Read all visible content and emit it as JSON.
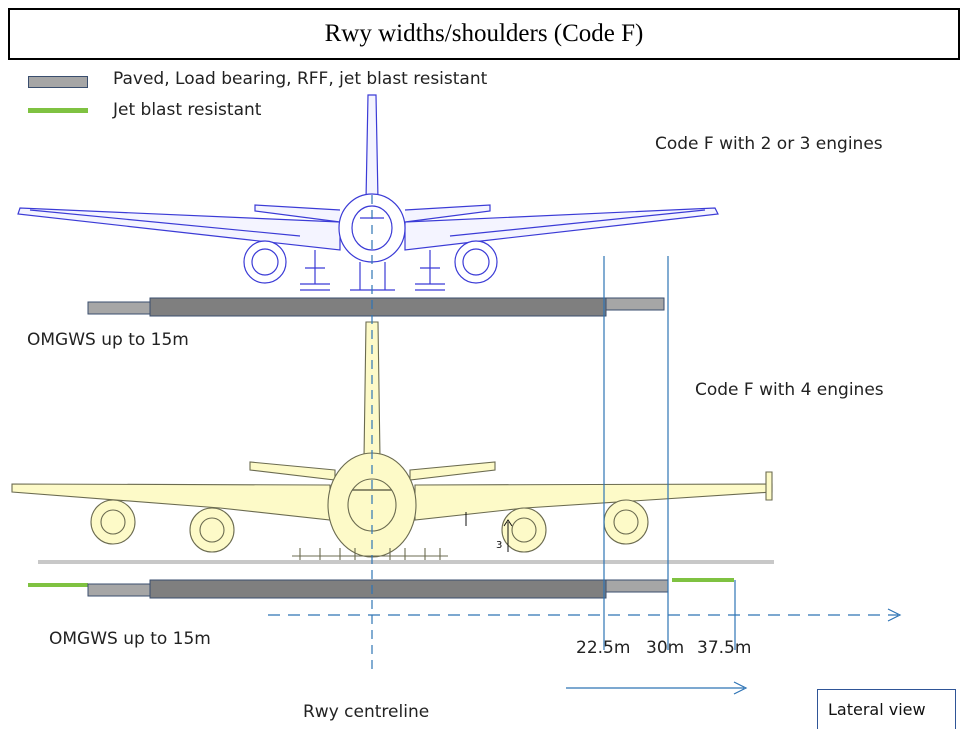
{
  "title": "Rwy widths/shoulders (Code F)",
  "legend": [
    {
      "label": "Paved, Load bearing,  RFF, jet blast resistant",
      "color": "#a6a6a6"
    },
    {
      "label": "Jet blast resistant",
      "color": "#7fc241"
    }
  ],
  "labels": {
    "code_f_2_3": "Code F with 2 or 3 engines",
    "code_f_4": "Code F with 4 engines",
    "omgws_top": "OMGWS up to 15m",
    "omgws_bottom": "OMGWS up to 15m",
    "dist_22": "22.5m",
    "dist_30": "30m",
    "dist_37": "37.5m",
    "centreline": "Rwy centreline",
    "lateral_view": "Lateral view",
    "height_mark": "3"
  },
  "colors": {
    "runway_dark": "#7f7f7f",
    "shoulder_grey": "#a6a6a6",
    "jet_blast_green": "#7fc241",
    "guide_blue": "#2e74b5",
    "twin_outline": "#3b3bd6",
    "quad_fill": "#fdfac8",
    "quad_outline": "#6b6b50"
  }
}
